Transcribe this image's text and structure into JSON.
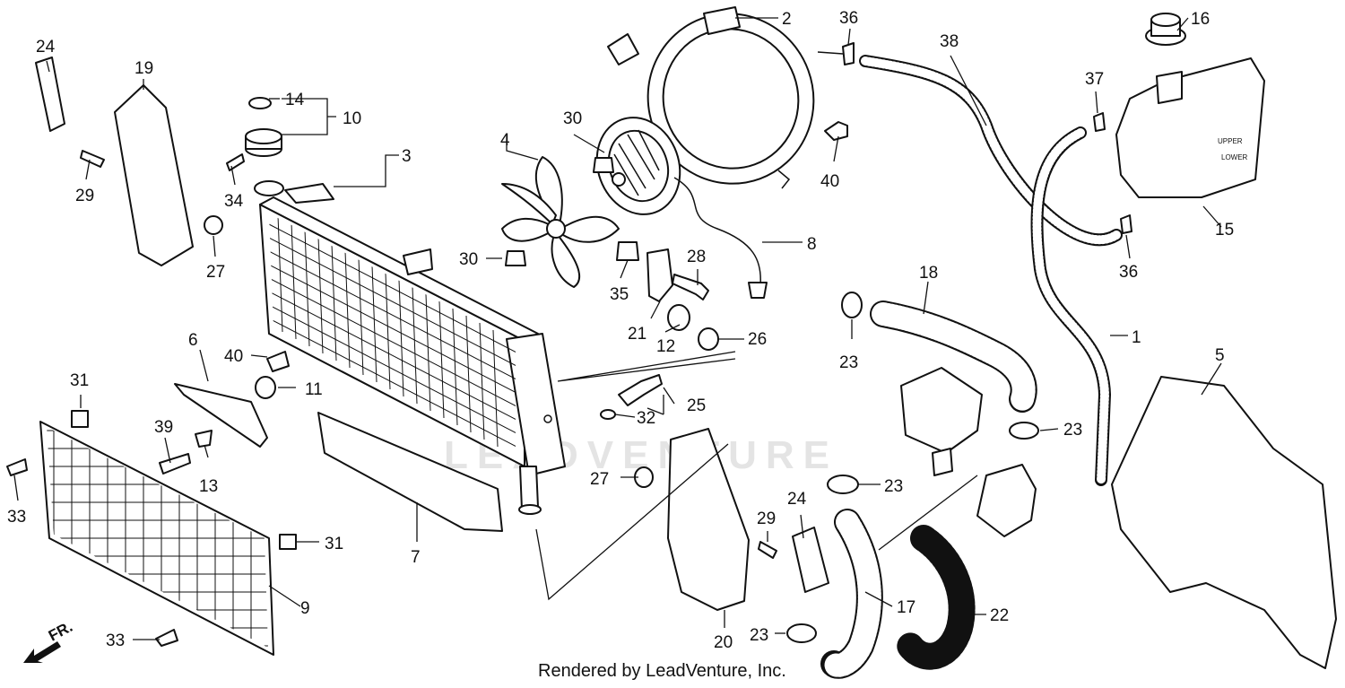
{
  "watermark": "LEADVENTURE",
  "footer": "Rendered by LeadVenture, Inc.",
  "direction_marker": "FR.",
  "callouts": {
    "c1": "1",
    "c2": "2",
    "c3": "3",
    "c4": "4",
    "c5": "5",
    "c6": "6",
    "c7": "7",
    "c8": "8",
    "c9": "9",
    "c10": "10",
    "c11": "11",
    "c12": "12",
    "c13": "13",
    "c14": "14",
    "c15": "15",
    "c16": "16",
    "c17": "17",
    "c18": "18",
    "c19": "19",
    "c20": "20",
    "c21": "21",
    "c22": "22",
    "c23a": "23",
    "c23b": "23",
    "c23c": "23",
    "c23d": "23",
    "c24a": "24",
    "c24b": "24",
    "c25": "25",
    "c26": "26",
    "c27a": "27",
    "c27b": "27",
    "c28": "28",
    "c29a": "29",
    "c29b": "29",
    "c30a": "30",
    "c30b": "30",
    "c31a": "31",
    "c31b": "31",
    "c32": "32",
    "c33a": "33",
    "c33b": "33",
    "c34": "34",
    "c35": "35",
    "c36a": "36",
    "c36b": "36",
    "c37": "37",
    "c38": "38",
    "c39": "39",
    "c40a": "40",
    "c40b": "40"
  },
  "reservoir_marks": {
    "upper": "UPPER",
    "lower": "LOWER"
  }
}
